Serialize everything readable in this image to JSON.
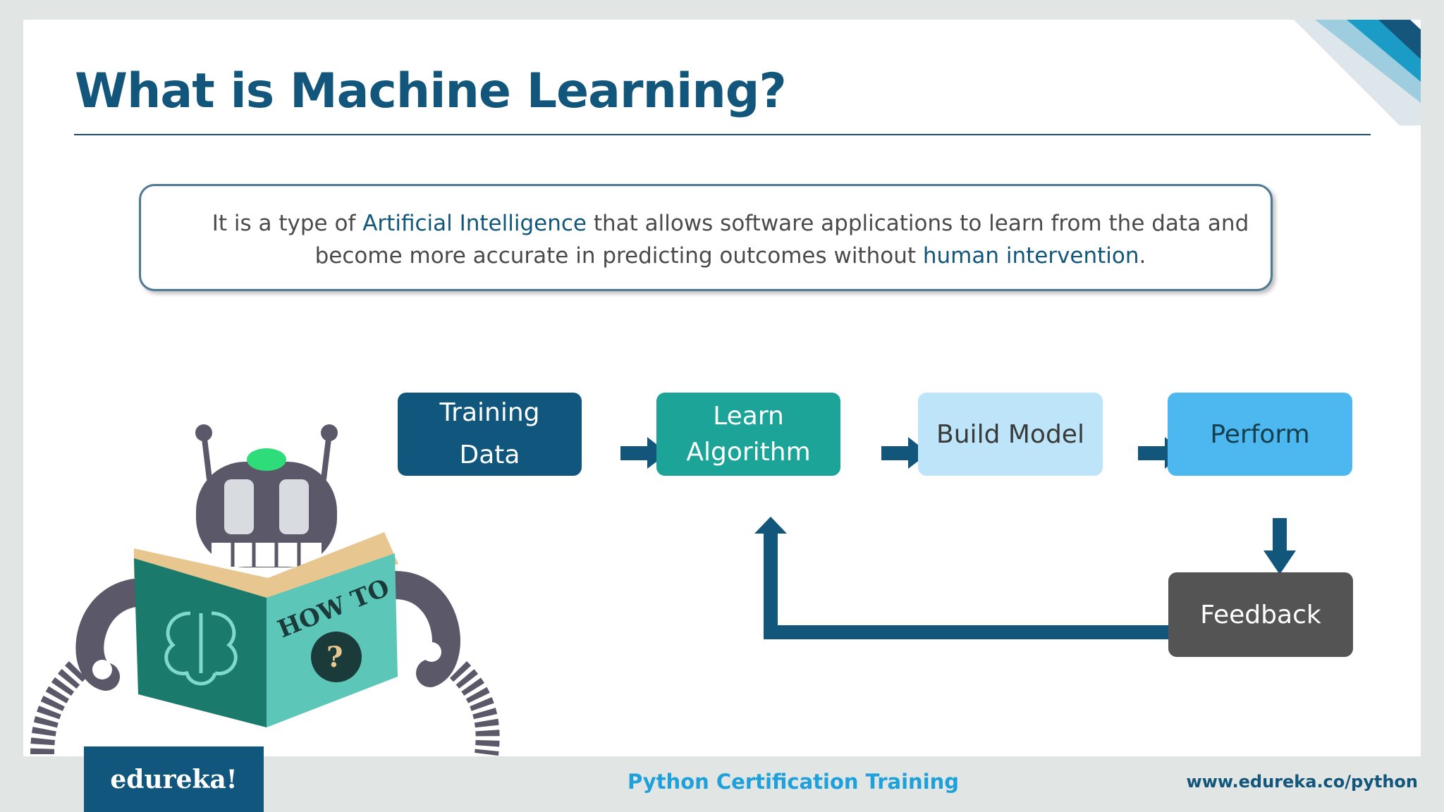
{
  "slide": {
    "title": "What is Machine Learning?",
    "definition": {
      "part1": "It is a type of ",
      "highlight1": "Artificial Intelligence",
      "part2": " that allows software applications to learn from the data and become more accurate in predicting outcomes without ",
      "highlight2": "human intervention",
      "part3": "."
    }
  },
  "flow": {
    "training_line1": "Training",
    "training_line2": "Data",
    "learn_line1": "Learn",
    "learn_line2": "Algorithm",
    "build": "Build Model",
    "perform": "Perform",
    "feedback": "Feedback"
  },
  "illustration": {
    "book_text": "HOW TO",
    "book_mark": "?"
  },
  "footer": {
    "logo": "edureka!",
    "course": "Python Certification Training",
    "url": "www.edureka.co/python"
  },
  "colors": {
    "brand_blue": "#13567c",
    "teal": "#1ba497",
    "light_blue": "#bde4f8",
    "sky_blue": "#4db7ef",
    "gray": "#545454",
    "footer_blue": "#1ea1db"
  }
}
